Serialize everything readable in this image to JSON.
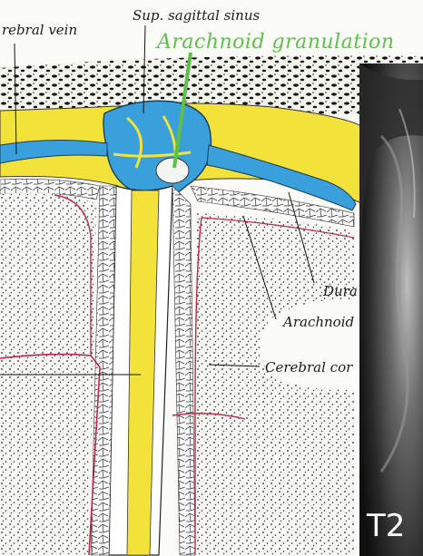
{
  "labels": {
    "sup_sagittal_sinus": "Sup. sagittal sinus",
    "cerebral_vein": "rebral vein",
    "arachnoid_granulation": "Arachnoid granulation",
    "dura": "Dura",
    "arachnoid": "Arachnoid",
    "cerebral_cortex": "Cerebral cor"
  },
  "mri": {
    "sequence_label": "T2"
  },
  "colors": {
    "highlight_label": "#5ec04a",
    "dura_fill": "#f2e23a",
    "sinus_fill": "#3aa0dc",
    "vessel": "#c0284a",
    "mri_background": "#151515"
  }
}
